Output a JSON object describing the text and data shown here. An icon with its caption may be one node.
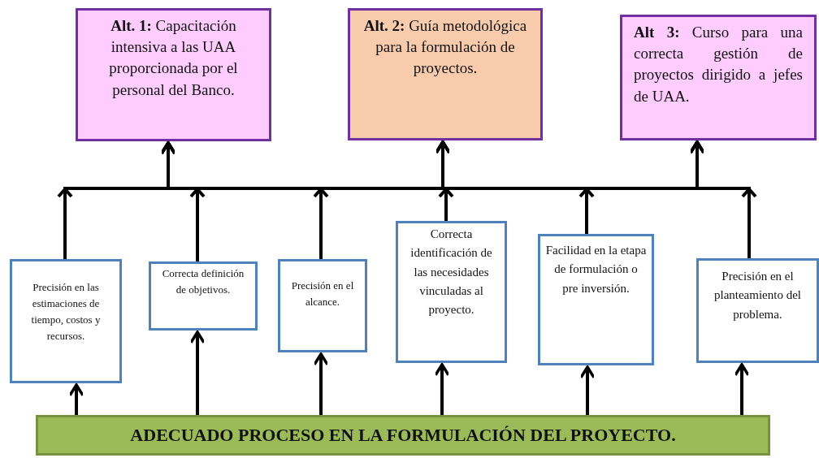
{
  "diagram": {
    "nodes": [
      {
        "text": [
          "**Alt. 1:** Capacitación intensiva a las UAA proporcionada por el personal del Banco."
        ]
      },
      {
        "text": [
          "**Alt. 2:** Guía metodológica para la formulación de proyectos."
        ]
      },
      {
        "text": [
          "**Alt 3:** Curso para una correcta gestión de proyectos dirigido a jefes de UAA."
        ]
      },
      {
        "text": [
          "Precisión en las estimaciones de tiempo, costos y recursos."
        ]
      },
      {
        "text": [
          "Correcta definición de objetivos."
        ]
      },
      {
        "text": [
          "Precisión en el alcance."
        ]
      },
      {
        "text": [
          "Correcta identificación de las necesidades vinculadas al proyecto."
        ]
      },
      {
        "text": [
          "Facilidad en la etapa de formulación o pre inversión."
        ]
      },
      {
        "text": [
          "Precisión en el planteamiento del problema."
        ]
      },
      {
        "text": [
          "ADECUADO PROCESO EN LA FORMULACIÓN DEL PROYECTO."
        ]
      }
    ],
    "edges": [
      {
        "from": 9,
        "to": 3,
        "arrow": "to"
      },
      {
        "from": 9,
        "to": 4,
        "arrow": "to"
      },
      {
        "from": 9,
        "to": 5,
        "arrow": "to"
      },
      {
        "from": 9,
        "to": 6,
        "arrow": "to"
      },
      {
        "from": 9,
        "to": 7,
        "arrow": "to"
      },
      {
        "from": 9,
        "to": 8,
        "arrow": "to"
      },
      {
        "from": 3,
        "to": 0,
        "arrow": "to"
      },
      {
        "from": 3,
        "to": 1,
        "arrow": "to"
      },
      {
        "from": 3,
        "to": 2,
        "arrow": "to"
      },
      {
        "from": 4,
        "to": 0,
        "arrow": "to"
      },
      {
        "from": 4,
        "to": 1,
        "arrow": "to"
      },
      {
        "from": 4,
        "to": 2,
        "arrow": "to"
      },
      {
        "from": 5,
        "to": 0,
        "arrow": "to"
      },
      {
        "from": 5,
        "to": 1,
        "arrow": "to"
      },
      {
        "from": 5,
        "to": 2,
        "arrow": "to"
      },
      {
        "from": 6,
        "to": 0,
        "arrow": "to"
      },
      {
        "from": 6,
        "to": 1,
        "arrow": "to"
      },
      {
        "from": 6,
        "to": 2,
        "arrow": "to"
      },
      {
        "from": 7,
        "to": 0,
        "arrow": "to"
      },
      {
        "from": 7,
        "to": 1,
        "arrow": "to"
      },
      {
        "from": 7,
        "to": 2,
        "arrow": "to"
      },
      {
        "from": 8,
        "to": 0,
        "arrow": "to"
      },
      {
        "from": 8,
        "to": 1,
        "arrow": "to"
      },
      {
        "from": 8,
        "to": 2,
        "arrow": "to"
      }
    ]
  }
}
